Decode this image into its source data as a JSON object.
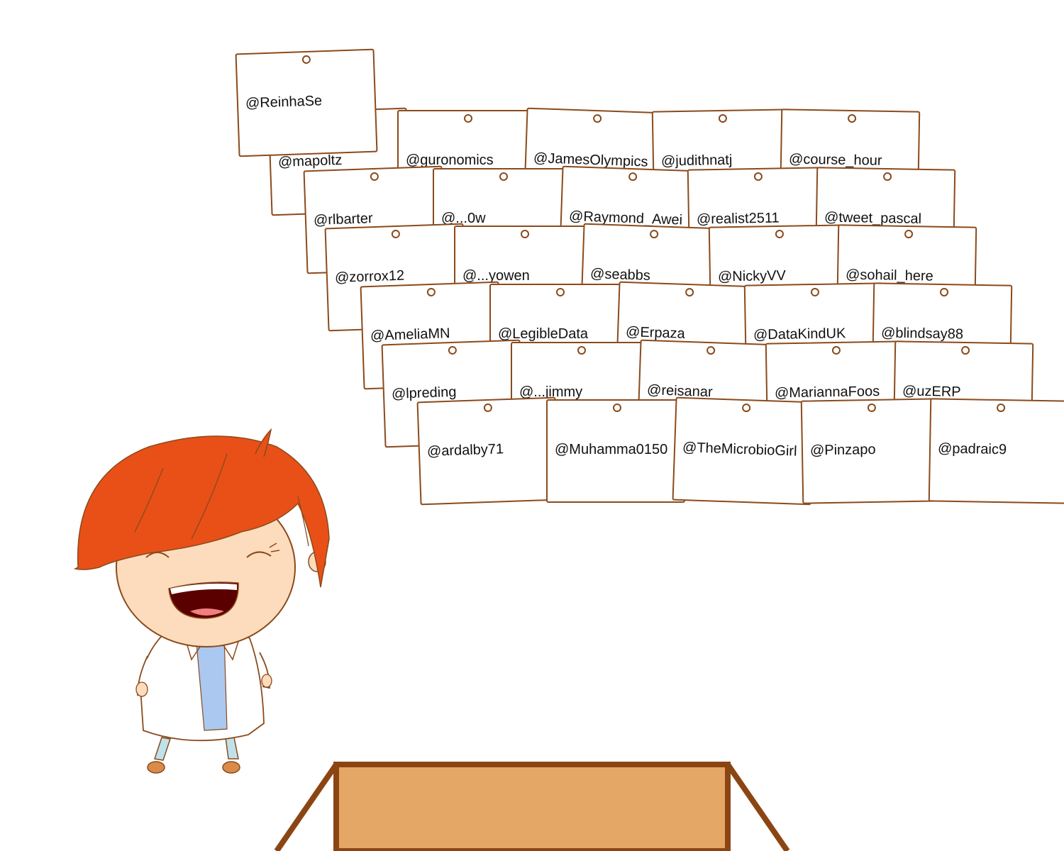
{
  "cards": [
    {
      "handle": "@mapoltz",
      "row": 1
    },
    {
      "handle": "@guronomics",
      "row": 1
    },
    {
      "handle": "@JamesOlympics",
      "row": 1
    },
    {
      "handle": "@judithnatj",
      "row": 1
    },
    {
      "handle": "@course_hour",
      "row": 1
    },
    {
      "handle": "@rlbarter",
      "row": 2
    },
    {
      "handle": "@...0w",
      "row": 2
    },
    {
      "handle": "@Raymond_Awei",
      "row": 2
    },
    {
      "handle": "@realist2511",
      "row": 2
    },
    {
      "handle": "@tweet_pascal",
      "row": 2
    },
    {
      "handle": "@zorrox12",
      "row": 3
    },
    {
      "handle": "@...yowen",
      "row": 3
    },
    {
      "handle": "@seabbs",
      "row": 3
    },
    {
      "handle": "@NickyVV",
      "row": 3
    },
    {
      "handle": "@sohail_here",
      "row": 3
    },
    {
      "handle": "@AmeliaMN",
      "row": 4
    },
    {
      "handle": "@LegibleData",
      "row": 4
    },
    {
      "handle": "@Erpaza",
      "row": 4
    },
    {
      "handle": "@DataKindUK",
      "row": 4
    },
    {
      "handle": "@blindsay88",
      "row": 4
    },
    {
      "handle": "@lpreding",
      "row": 5
    },
    {
      "handle": "@...jimmy",
      "row": 5
    },
    {
      "handle": "@reisanar",
      "row": 5
    },
    {
      "handle": "@MariannaFoos",
      "row": 5
    },
    {
      "handle": "@uzERP",
      "row": 5
    },
    {
      "handle": "@ardalby71",
      "row": 6
    },
    {
      "handle": "@Muhamma0150",
      "row": 6
    },
    {
      "handle": "@TheMicrobioGirl",
      "row": 6
    },
    {
      "handle": "@Pinzapo",
      "row": 6
    },
    {
      "handle": "@padraic9",
      "row": 6
    },
    {
      "handle": "@ReinhaSe",
      "row": 0
    }
  ],
  "colors": {
    "card_border": "#8b4a1c",
    "hair": "#e85018",
    "skin": "#fcdcbc",
    "coat": "#ffffff",
    "shirt": "#aac8f0",
    "box_fill": "#e5a766",
    "box_stroke": "#8b4513"
  },
  "icons": {
    "scientist": "cartoon-scientist-character",
    "box": "open-cardboard-box"
  }
}
